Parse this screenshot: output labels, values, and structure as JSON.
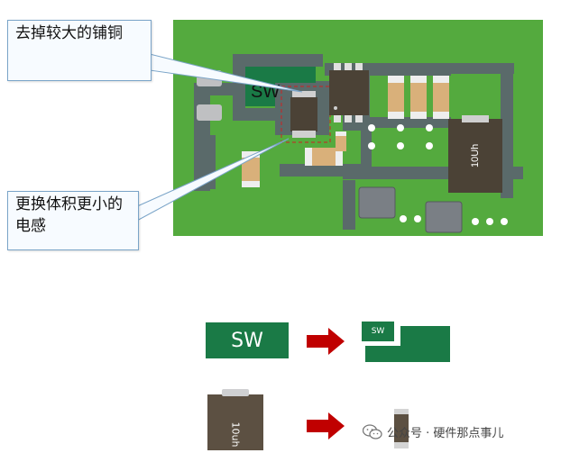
{
  "pcb": {
    "sw_label": "SW",
    "inductor_label": "10Uh"
  },
  "callouts": {
    "remove_copper": "去掉较大的铺铜",
    "replace_inductor": "更换体积更小的电感"
  },
  "comparison": {
    "sw_before": "SW",
    "sw_after": "SW",
    "inductor_label": "10uh"
  },
  "watermark": {
    "text": "公众号 · 硬件那点事儿"
  },
  "colors": {
    "board_green": "#54aa3e",
    "copper_green": "#1a7a46",
    "arrow_red": "#c00000",
    "inductor_brown": "#5c5042"
  }
}
